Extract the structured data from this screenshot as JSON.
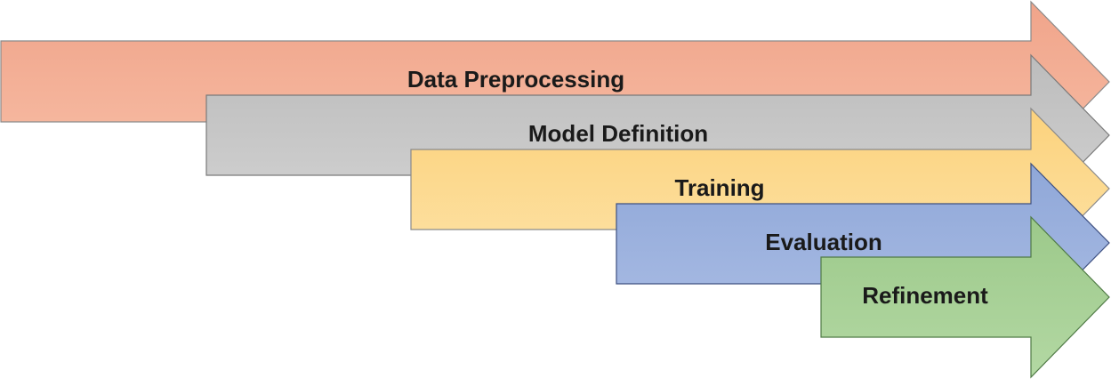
{
  "stages": [
    {
      "label": "Data Preprocessing",
      "fill_top": "#f0a48a",
      "fill_bottom": "#f7bca4",
      "edge": "#8a8a8a"
    },
    {
      "label": "Model Definition",
      "fill_top": "#bcbcbc",
      "fill_bottom": "#d2d2d2",
      "edge": "#7a7a7a"
    },
    {
      "label": "Training",
      "fill_top": "#fcd27c",
      "fill_bottom": "#fde2a6",
      "edge": "#8a8a8a"
    },
    {
      "label": "Evaluation",
      "fill_top": "#8fa7d8",
      "fill_bottom": "#a9bce4",
      "edge": "#3d4f80"
    },
    {
      "label": "Refinement",
      "fill_top": "#9cc98a",
      "fill_bottom": "#b3d8a3",
      "edge": "#4f7a45"
    }
  ]
}
